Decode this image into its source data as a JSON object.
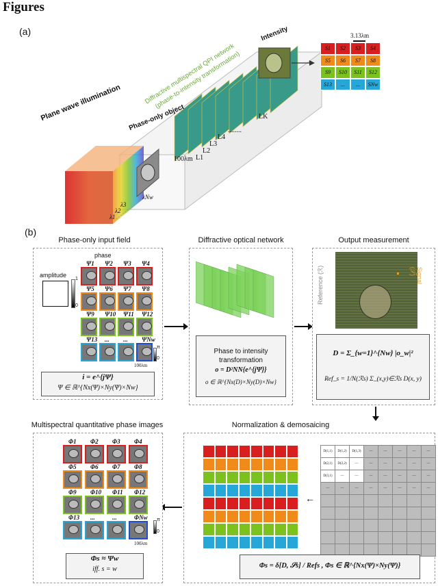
{
  "figure": {
    "heading": "Figures",
    "panel_a": "(a)",
    "panel_b": "(b)"
  },
  "panel_a": {
    "plane_wave": "Plane wave illumination",
    "phase_only_object": "Phase-only object",
    "network_line1": "Diffractive multispectral QPI network",
    "network_line2": "(phase-to-intensity transformation)",
    "intensity": "Intensity",
    "scale_right": "3.13λm",
    "scale_left": "100λm",
    "layers": [
      "L1",
      "L2",
      "L3",
      "L4",
      "LK"
    ],
    "dots": "........",
    "lambdas": [
      "λ1",
      "λ2",
      "λ3",
      "λNw"
    ],
    "lambda_dots": "........",
    "mosaic": [
      "S1",
      "S2",
      "S3",
      "S4",
      "S5",
      "S6",
      "S7",
      "S8",
      "S9",
      "S10",
      "S11",
      "S12",
      "S13",
      "...",
      "...",
      "SNw"
    ]
  },
  "input_field": {
    "title": "Phase-only input field",
    "phase": "phase",
    "amplitude": "amplitude",
    "amp_scale_top": "1",
    "amp_scale_bottom": "0",
    "phase_scale_top": "π",
    "phase_scale_bottom": "0",
    "scale": "100λm",
    "labels": [
      "Ψ1",
      "Ψ2",
      "Ψ3",
      "Ψ4",
      "Ψ5",
      "Ψ6",
      "Ψ7",
      "Ψ8",
      "Ψ9",
      "Ψ10",
      "Ψ11",
      "Ψ12",
      "Ψ13",
      "...",
      "...",
      "ΨNw"
    ],
    "formula1": "i = e^{jΨ}",
    "formula2": "Ψ ∈ ℝ^{Nx(Ψ)×Ny(Ψ)×Nw}"
  },
  "network": {
    "title": "Diffractive optical network",
    "line1": "Phase to intensity",
    "line2": "transformation",
    "formula1": "o = D²NN{e^{jΨ}}",
    "formula2": "o ∈ ℝ^{Nx(D)×Ny(D)×Nw}"
  },
  "output": {
    "title": "Output measurement",
    "reference": "Reference (ℛ)",
    "signal": "Signal (𝒮)",
    "formula1": "D = Σ_{w=1}^{Nw} |o_w|²",
    "formula2": "Ref_s = 1/N(ℛs) Σ_(x,y)∈ℛs D(x, y)"
  },
  "normalization": {
    "title": "Normalization & demosaicing",
    "dmat": [
      "D(1,1)",
      "D(1,2)",
      "D(1,3)",
      "D(2,1)",
      "D(2,2)",
      "D(3,1)"
    ],
    "formula": "Φs = δ[D, 𝒮s] / Refs ,  Φs ∈ ℝ^{Nx(Ψ)×Ny(Ψ)}"
  },
  "multispectral": {
    "title": "Multispectral quantitative phase images",
    "labels": [
      "Φ1",
      "Φ2",
      "Φ3",
      "Φ4",
      "Φ5",
      "Φ6",
      "Φ7",
      "Φ8",
      "Φ9",
      "Φ10",
      "Φ11",
      "Φ12",
      "Φ13",
      "...",
      "...",
      "ΦNw"
    ],
    "phase_scale_top": "π",
    "phase_scale_bottom": "0",
    "scale": "100λm",
    "formula1": "Φs ≈ Ψw",
    "formula2": "iff. s = w"
  },
  "colors": {
    "row1": "#d81e1e",
    "row2": "#f08a1a",
    "row3": "#7cc21e",
    "row4": "#27a7d8",
    "row5": "#1f4fc8",
    "layer": "#2f8f8f",
    "signal": "#e0a020"
  }
}
